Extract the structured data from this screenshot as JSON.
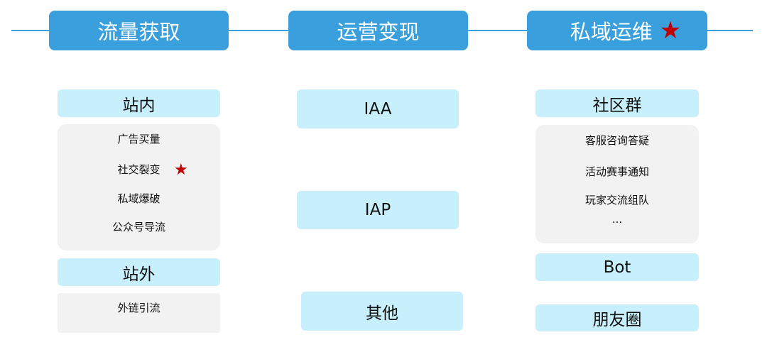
{
  "columns": [
    {
      "title": "流量获取",
      "groups": [
        {
          "label": "站内",
          "items": [
            "广告买量",
            "社交裂变",
            "私域爆破",
            "公众号导流"
          ]
        },
        {
          "label": "站外",
          "items": [
            "外链引流"
          ]
        }
      ]
    },
    {
      "title": "运营变现",
      "groups": [
        {
          "label": "IAA"
        },
        {
          "label": "IAP"
        },
        {
          "label": "其他"
        }
      ]
    },
    {
      "title": "私域运维",
      "groups": [
        {
          "label": "社区群",
          "items": [
            "客服咨询答疑",
            "活动赛事通知",
            "玩家交流组队",
            "..."
          ]
        },
        {
          "label": "Bot"
        },
        {
          "label": "朋友圈"
        }
      ]
    }
  ],
  "marks": {
    "star_glyph": "★",
    "star_color": "#c00000",
    "header_color": "#3aa0dd",
    "sub_color": "#c8f0fc"
  }
}
